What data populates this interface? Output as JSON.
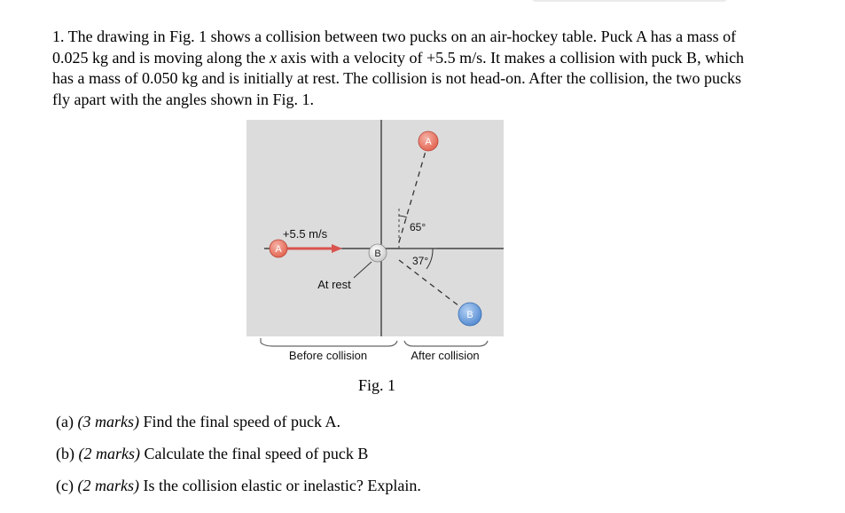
{
  "problem": {
    "number": "1.",
    "text_before_x": " The drawing in Fig. 1 shows a collision between two pucks on an air-hockey table. Puck A has a mass of 0.025 kg and is moving along the ",
    "x_var": "x",
    "text_after_x": " axis with a velocity of +5.5 m/s. It makes a collision with puck B, which has a mass of 0.050 kg and is initially at rest. The collision is not head-on. After the collision, the two pucks fly apart with the angles shown in Fig. 1."
  },
  "figure": {
    "puck_a_initial": "A",
    "puck_b_initial": "B",
    "puck_a_final": "A",
    "puck_b_final": "B",
    "velocity_label": "+5.5 m/s",
    "rest_label": "At rest",
    "angle_a": "65°",
    "angle_b": "37°",
    "before_label": "Before collision",
    "after_label": "After collision",
    "caption": "Fig. 1",
    "colors": {
      "table": "#dcdcdc",
      "puck_a": "#e87563",
      "puck_b": "#6c9fd8",
      "arrow": "#d9534f"
    }
  },
  "questions": [
    {
      "label": "(a) ",
      "marks": "(3 marks)",
      "text": " Find the final speed of puck A."
    },
    {
      "label": "(b) ",
      "marks": "(2 marks)",
      "text": " Calculate the final speed of puck B"
    },
    {
      "label": "(c) ",
      "marks": "(2 marks)",
      "text": " Is the collision elastic or inelastic? Explain."
    }
  ]
}
